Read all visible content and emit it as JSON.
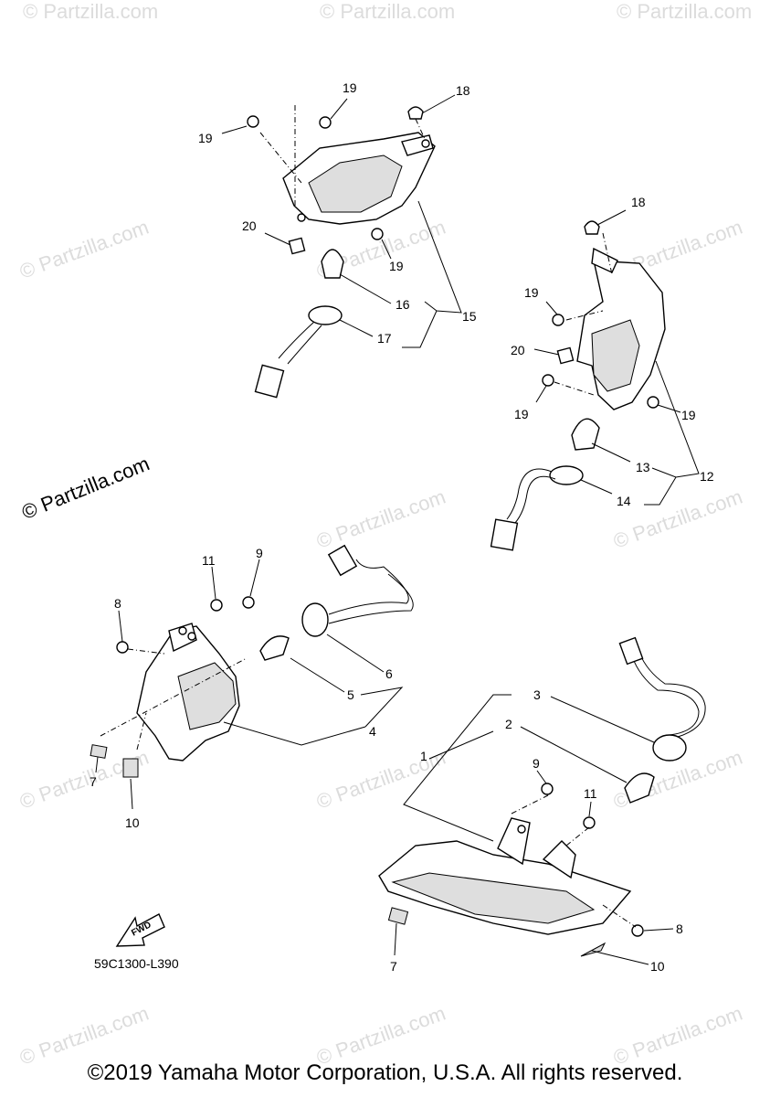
{
  "diagram": {
    "callouts": {
      "c1": "1",
      "c2": "2",
      "c3": "3",
      "c4": "4",
      "c5": "5",
      "c6": "6",
      "c7a": "7",
      "c7b": "7",
      "c8a": "8",
      "c8b": "8",
      "c9a": "9",
      "c9b": "9",
      "c10a": "10",
      "c10b": "10",
      "c11a": "11",
      "c11b": "11",
      "c12": "12",
      "c13": "13",
      "c14": "14",
      "c15": "15",
      "c16": "16",
      "c17": "17",
      "c18a": "18",
      "c18b": "18",
      "c19a": "19",
      "c19b": "19",
      "c19c": "19",
      "c19d": "19",
      "c19e": "19",
      "c19f": "19",
      "c20a": "20",
      "c20b": "20"
    },
    "fwd_label": "FWD",
    "diagram_code": "59C1300-L390",
    "brand": "© Partzilla.com",
    "watermark": "© Partzilla.com",
    "copyright": "©2019 Yamaha Motor Corporation, U.S.A. All rights reserved."
  }
}
